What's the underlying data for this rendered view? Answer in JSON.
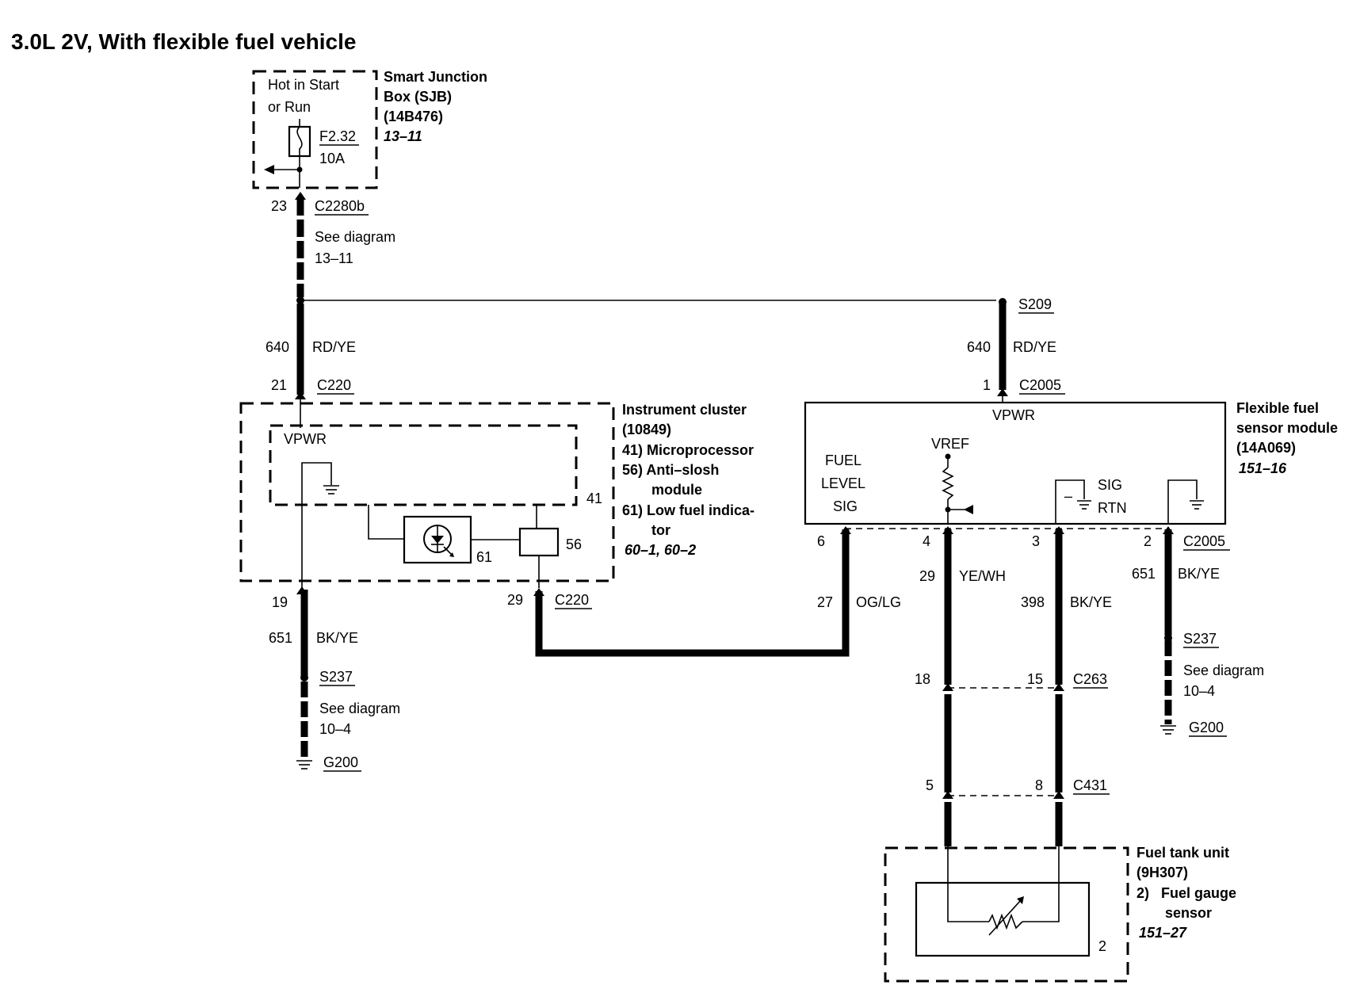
{
  "title": "3.0L 2V, With flexible fuel vehicle",
  "sjb": {
    "hot_line1": "Hot in Start",
    "hot_line2": "or Run",
    "fuse_id": "F2.32",
    "fuse_rating": "10A",
    "name_line1": "Smart Junction",
    "name_line2": "Box (SJB)",
    "part": "(14B476)",
    "ref": "13–11"
  },
  "c2280b": {
    "pin": "23",
    "name": "C2280b",
    "see1": "See diagram",
    "see2": "13–11"
  },
  "s209": "S209",
  "wire640": {
    "circuit": "640",
    "color": "RD/YE"
  },
  "c220_top": {
    "pin": "21",
    "name": "C220"
  },
  "cluster": {
    "vpwr": "VPWR",
    "num41": "41",
    "num61": "61",
    "num56": "56",
    "name_line1": "Instrument cluster",
    "name_line2": "(10849)",
    "item1": "41) Microprocessor",
    "item2": "56) Anti–slosh",
    "item2b": "module",
    "item3": "61) Low fuel indica-",
    "item3b": "tor",
    "ref": "60–1, 60–2"
  },
  "cluster_bottom": {
    "pin19": "19",
    "pin29": "29",
    "conn": "C220",
    "circ651": "651",
    "color651": "BK/YE",
    "s237": "S237",
    "see1": "See diagram",
    "see2": "10–4",
    "g200": "G200"
  },
  "ffsm": {
    "c2005_pin": "1",
    "c2005": "C2005",
    "vpwr": "VPWR",
    "vref": "VREF",
    "fuel1": "FUEL",
    "fuel2": "LEVEL",
    "fuel3": "SIG",
    "sig1": "SIG",
    "sig2": "RTN",
    "minus": "–",
    "name_line1": "Flexible fuel",
    "name_line2": "sensor module",
    "part": "(14A069)",
    "ref": "151–16",
    "pin6": "6",
    "pin4": "4",
    "pin3": "3",
    "pin2": "2",
    "c2005_bottom": "C2005"
  },
  "wires": {
    "c27": "27",
    "og_lg": "OG/LG",
    "c29": "29",
    "ye_wh": "YE/WH",
    "c398": "398",
    "bk_ye": "BK/YE",
    "c651": "651",
    "bk_ye2": "BK/YE"
  },
  "right_ground": {
    "s237": "S237",
    "see1": "See diagram",
    "see2": "10–4",
    "g200": "G200"
  },
  "c263": {
    "pin18": "18",
    "pin15": "15",
    "name": "C263"
  },
  "c431": {
    "pin5": "5",
    "pin8": "8",
    "name": "C431"
  },
  "tank": {
    "name_line1": "Fuel tank unit",
    "name_line2": "(9H307)",
    "item1": "2)   Fuel gauge",
    "item1b": "sensor",
    "ref": "151–27",
    "num2": "2"
  }
}
